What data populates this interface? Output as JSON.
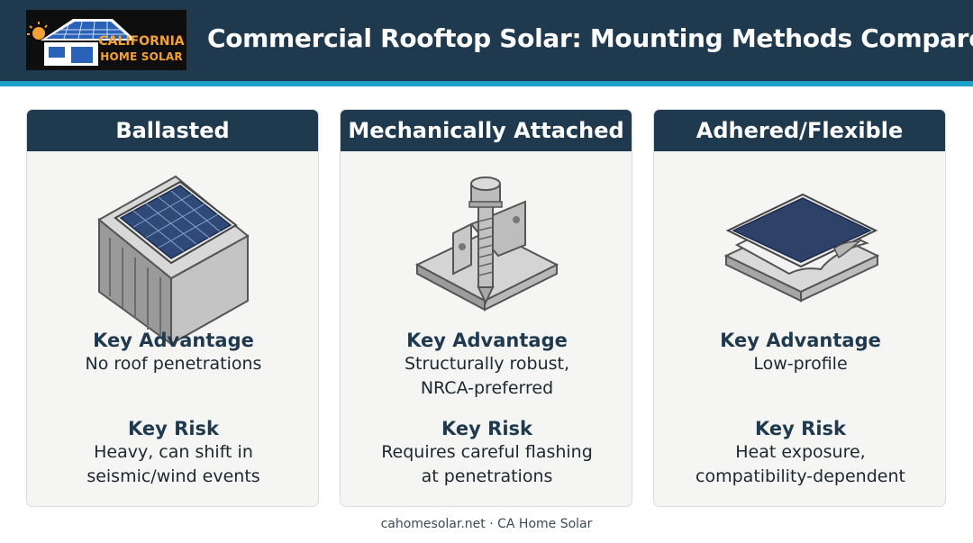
{
  "header": {
    "title": "Commercial Rooftop Solar: Mounting Methods Compared",
    "logo_line1": "CALIFORNIA",
    "logo_line2": "HOME SOLAR"
  },
  "cards": [
    {
      "title": "Ballasted",
      "advantage_label": "Key Advantage",
      "advantage_lines": [
        "No roof penetrations",
        ""
      ],
      "risk_label": "Key Risk",
      "risk_lines": [
        "Heavy, can shift in",
        "seismic/wind events"
      ],
      "icon": "ballasted-block-icon"
    },
    {
      "title": "Mechanically Attached",
      "advantage_label": "Key Advantage",
      "advantage_lines": [
        "Structurally robust,",
        "NRCA-preferred"
      ],
      "risk_label": "Key Risk",
      "risk_lines": [
        "Requires careful flashing",
        "at penetrations"
      ],
      "icon": "bolt-bracket-icon"
    },
    {
      "title": "Adhered/Flexible",
      "advantage_label": "Key Advantage",
      "advantage_lines": [
        "Low-profile",
        ""
      ],
      "risk_label": "Key Risk",
      "risk_lines": [
        "Heat exposure,",
        "compatibility-dependent"
      ],
      "icon": "flexible-panel-icon"
    }
  ],
  "footer": "cahomesolar.net · CA Home Solar",
  "colors": {
    "navy": "#1f3a4f",
    "accent": "#1ea1c8",
    "logo_orange": "#f4a236"
  }
}
